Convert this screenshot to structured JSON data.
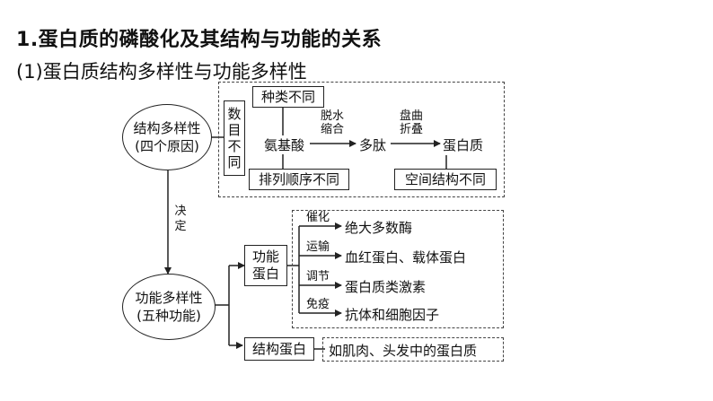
{
  "heading": {
    "number": "1",
    "title": ".蛋白质的磷酸化及其结构与功能的关系",
    "subtitle": "(1)蛋白质结构多样性与功能多样性"
  },
  "structure_node": {
    "line1": "结构多样性",
    "line2": "(四个原因)"
  },
  "function_node": {
    "line1": "功能多样性",
    "line2": "(五种功能)"
  },
  "reasons": {
    "number": "数目不同",
    "number_chars": [
      "数",
      "目",
      "不",
      "同"
    ],
    "type": "种类不同",
    "order": "排列顺序不同",
    "spatial": "空间结构不同"
  },
  "chain": {
    "amino_acid": "氨基酸",
    "peptide": "多肽",
    "protein": "蛋白质",
    "step1_top": "脱水",
    "step1_bottom": "缩合",
    "step2_top": "盘曲",
    "step2_bottom": "折叠"
  },
  "decide": {
    "chars": [
      "决",
      "定"
    ]
  },
  "functional_protein": {
    "label": "功能蛋白",
    "chars": [
      "功能",
      "蛋白"
    ],
    "items": [
      {
        "role": "催化",
        "example": "绝大多数酶"
      },
      {
        "role": "运输",
        "example": "血红蛋白、载体蛋白"
      },
      {
        "role": "调节",
        "example": "蛋白质类激素"
      },
      {
        "role": "免疫",
        "example": "抗体和细胞因子"
      }
    ]
  },
  "structural_protein": {
    "label": "结构蛋白",
    "example": "如肌肉、头发中的蛋白质"
  }
}
